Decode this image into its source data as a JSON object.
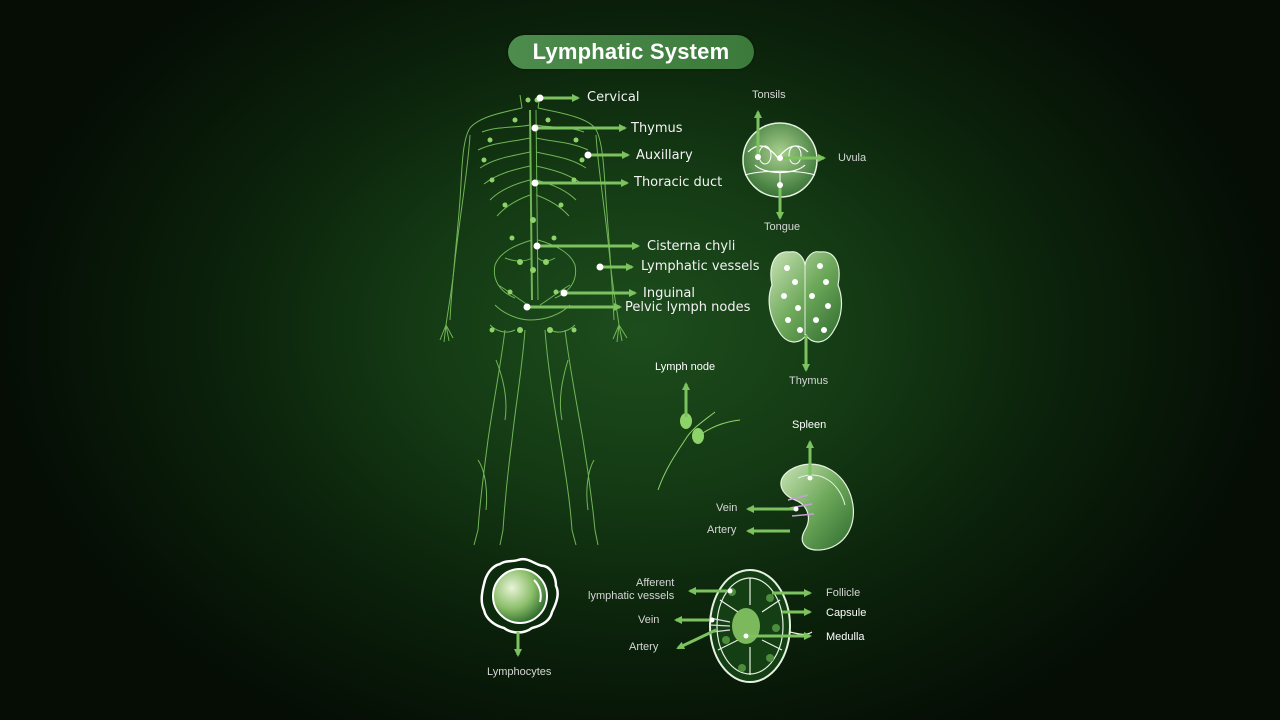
{
  "title": "Lymphatic System",
  "body_labels": {
    "cervical": "Cervical",
    "thymus": "Thymus",
    "auxillary": "Auxillary",
    "thoracic_duct": "Thoracic duct",
    "cisterna_chyli": "Cisterna chyli",
    "lymphatic_vessels": "Lymphatic vessels",
    "inguinal": "Inguinal",
    "pelvic_lymph_nodes": "Pelvic lymph nodes"
  },
  "tonsils_panel": {
    "tonsils": "Tonsils",
    "uvula": "Uvula",
    "tongue": "Tongue"
  },
  "thymus_panel": {
    "thymus": "Thymus"
  },
  "lymph_node_panel": {
    "label": "Lymph node"
  },
  "spleen_panel": {
    "spleen": "Spleen",
    "vein": "Vein",
    "artery": "Artery"
  },
  "lymphocytes_panel": {
    "label": "Lymphocytes"
  },
  "node_detail_panel": {
    "afferent_line1": "Afferent",
    "afferent_line2": "lymphatic vessels",
    "vein": "Vein",
    "artery": "Artery",
    "follicle": "Follicle",
    "capsule": "Capsule",
    "medulla": "Medulla"
  },
  "colors": {
    "accent": "#7cc25e",
    "vessel": "#8ed36a",
    "title_bg": "#4d8c4d"
  }
}
